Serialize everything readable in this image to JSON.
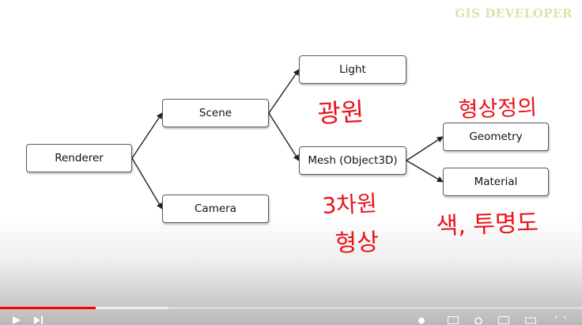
{
  "watermark": "GIS DEVELOPER",
  "diagram": {
    "nodes": {
      "renderer": "Renderer",
      "scene": "Scene",
      "camera": "Camera",
      "light": "Light",
      "mesh": "Mesh (Object3D)",
      "geometry": "Geometry",
      "material": "Material"
    },
    "handwritten_notes": {
      "light_note": "광원",
      "geometry_note": "형상정의",
      "mesh_note_line1": "3차원",
      "mesh_note_line2": "형상",
      "material_note": "색, 투명도"
    }
  },
  "player": {
    "progress_fraction": 0.165,
    "buffered_fraction": 0.29,
    "accent_color": "#ff0000",
    "note_color": "#e8131b"
  }
}
